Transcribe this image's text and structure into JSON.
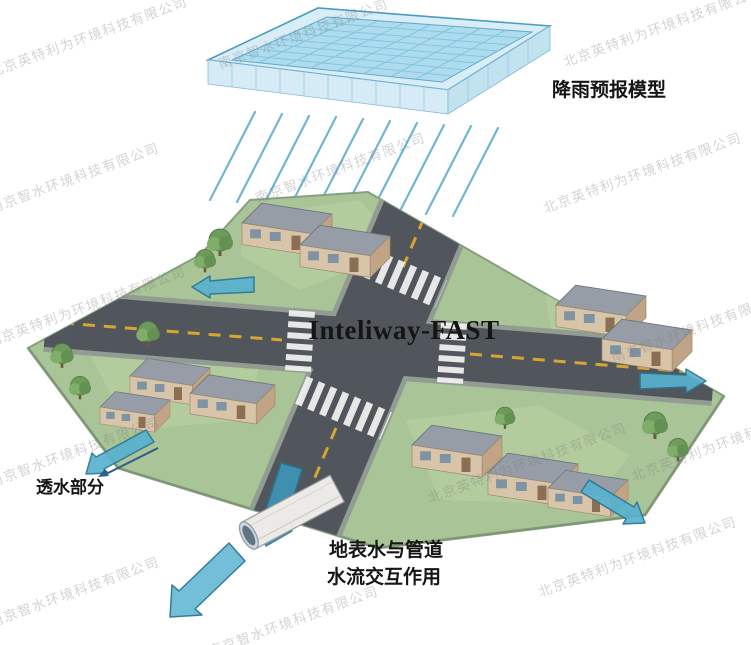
{
  "diagram": {
    "labels": {
      "rain_model": "降雨预报模型",
      "brand": "Inteliway-FAST",
      "permeable": "透水部分",
      "interaction_line1": "地表水与管道",
      "interaction_line2": "水流交互作用"
    },
    "watermark": {
      "text_a": "北京英特利为环境科技有限公司",
      "text_b": "南京智水环境科技有限公司"
    },
    "colors": {
      "basin_water": "#aedcee",
      "rain_stroke": "#5aa7cf",
      "flow_arrow": "#58b1cf",
      "road": "#50565c",
      "grass": "#a9c497",
      "lane_dash": "#d8a531"
    }
  }
}
